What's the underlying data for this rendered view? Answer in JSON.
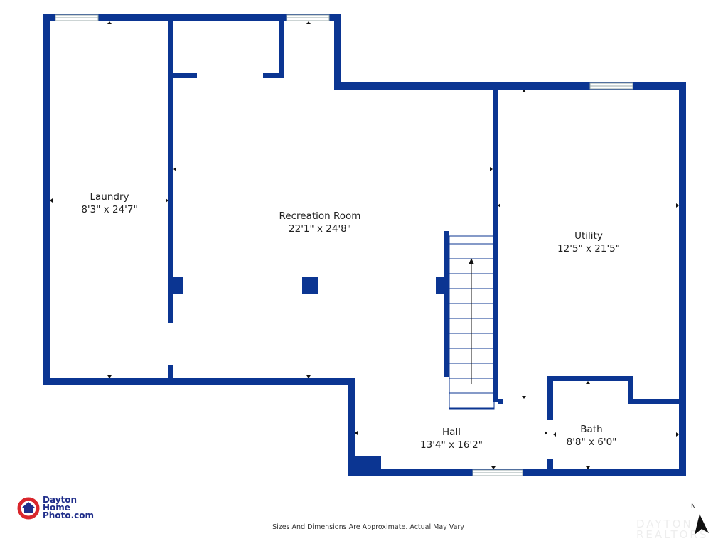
{
  "colors": {
    "wall": "#0b3592",
    "logo_red": "#d9262c",
    "logo_blue": "#1f2d8a"
  },
  "rooms": [
    {
      "name": "Laundry",
      "dims": "8'3\" x 24'7\""
    },
    {
      "name": "Recreation Room",
      "dims": "22'1\" x 24'8\""
    },
    {
      "name": "Utility",
      "dims": "12'5\" x 21'5\""
    },
    {
      "name": "Hall",
      "dims": "13'4\" x 16'2\""
    },
    {
      "name": "Bath",
      "dims": "8'8\" x 6'0\""
    }
  ],
  "footer": "Sizes And Dimensions Are Approximate. Actual May Vary",
  "logo": {
    "line1": "Dayton",
    "line2": "Home",
    "line3": "Photo.com"
  },
  "compass": {
    "label": "N"
  },
  "watermark": "DAYTON REALTORS"
}
